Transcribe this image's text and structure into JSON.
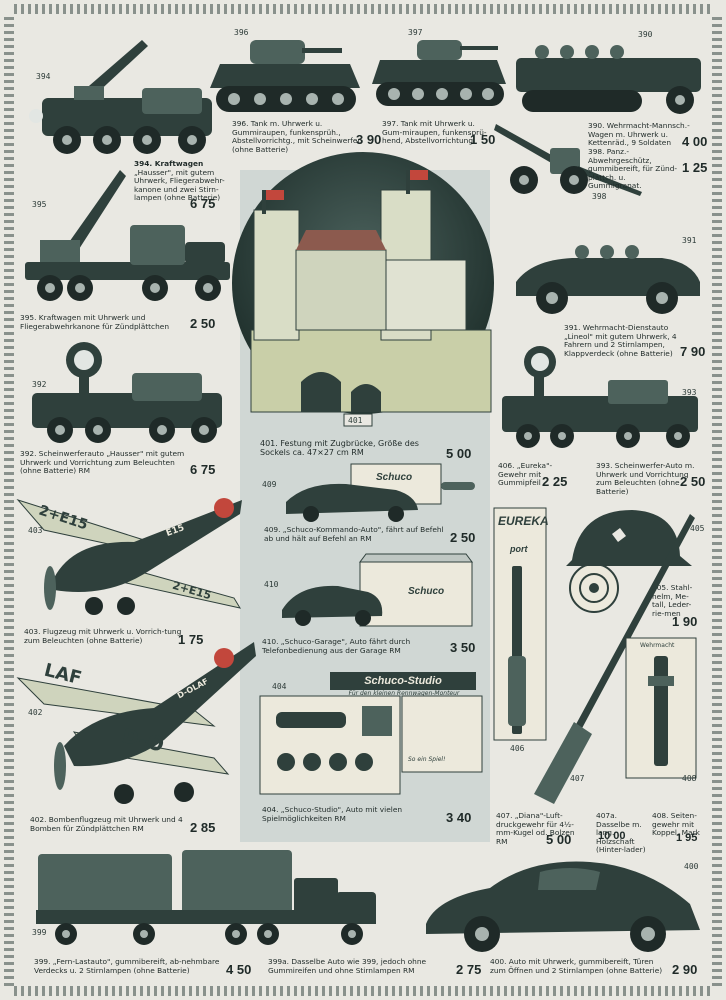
{
  "items": {
    "i394": {
      "num": "394",
      "title": "394. Kraftwagen",
      "desc": "„Hausser\", mit gutem Uhrwerk, Fliegerabwehr-kanone und zwei Stirn-lampen (ohne Batterie)",
      "price": "6 75"
    },
    "i395": {
      "num": "395",
      "desc": "395. Kraftwagen mit Uhrwerk und Fliegerabwehrkanone für Zündplättchen",
      "price": "2 50"
    },
    "i392": {
      "num": "392",
      "desc": "392. Scheinwerferauto „Hausser\" mit gutem Uhrwerk und Vorrichtung zum Beleuchten (ohne Batterie) RM",
      "price": "6 75"
    },
    "i396": {
      "num": "396",
      "desc": "396. Tank m. Uhrwerk u. Gummiraupen, funkensprüh., Abstellvorrichtg., mit Scheinwerfer (ohne Batterie)",
      "price": "3 90"
    },
    "i397": {
      "num": "397",
      "desc": "397. Tank mit Uhrwerk u. Gum-miraupen, funkensprü-hend, Abstellvorrichtung",
      "price": "1 50"
    },
    "i390": {
      "num": "390",
      "desc": "390. Wehrmacht-Mannsch.-Wagen m. Uhrwerk u. Kettenräd., 9 Soldaten",
      "price": "4 00"
    },
    "i398": {
      "num": "398",
      "desc": "398. Panz.-Abwehrgeschütz, gummibereift, für Zünd-plättch. u. Gummigranat.",
      "price": "1 25"
    },
    "i391": {
      "num": "391",
      "desc": "391. Wehrmacht-Dienstauto „Lineol\" mit gutem Uhrwerk, 4 Fahrern und 2 Stirnlampen, Klappverdeck (ohne Batterie)",
      "price": "7 90"
    },
    "i401": {
      "num": "401",
      "desc": "401. Festung mit Zugbrücke, Größe des Sockels ca. 47×27 cm RM",
      "price": "5 00"
    },
    "i409": {
      "num": "409",
      "desc": "409. „Schuco-Kommando-Auto\", fährt auf Befehl ab und hält auf Befehl an RM",
      "price": "2 50",
      "brand": "Schuco"
    },
    "i410": {
      "num": "410",
      "desc": "410. „Schuco-Garage\", Auto fährt durch Telefonbedienung aus der Garage RM",
      "price": "3 50",
      "brand": "Schuco"
    },
    "i404": {
      "num": "404",
      "desc": "404. „Schuco-Studio\", Auto mit vielen Spielmöglichkeiten RM",
      "price": "3 40",
      "box_title": "Schuco-Studio",
      "box_sub": "Für den kleinen Rennwagen-Monteur",
      "box_tag": "So ein Spiel!"
    },
    "i393": {
      "num": "393",
      "desc": "393. Scheinwerfer-Auto m. Uhrwerk und Vorrichtung zum Beleuchten (ohne Batterie)",
      "price": "2 50"
    },
    "i406": {
      "num": "406",
      "desc": "406. „Eureka\"-Gewehr mit Gummipfeil",
      "price": "2 25",
      "box_text": "EUREKA",
      "box_text2": "port"
    },
    "i405": {
      "num": "405",
      "desc": "405. Stahl-helm, Me-tall, Leder-rie-men",
      "price": "1 90"
    },
    "i403": {
      "num": "403",
      "desc": "403. Flugzeug mit Uhrwerk u. Vorrich-tung zum Beleuchten (ohne Batterie)",
      "price": "1 75",
      "reg": "2+E15",
      "reg2": "E15"
    },
    "i402": {
      "num": "402",
      "desc": "402. Bombenflugzeug mit Uhrwerk und 4 Bomben für Zündplättchen RM",
      "price": "2 85",
      "reg": "D-O",
      "reg2": "LAF",
      "reg3": "D-OLAF"
    },
    "i407": {
      "num": "407",
      "desc": "407. „Diana\"-Luft-druckgewehr für 4½-mm-Kugel od. Bolzen RM",
      "price": "5 00"
    },
    "i407a": {
      "desc": "407a. Dasselbe m. lang. Holzschaft (Hinter-lader)",
      "price": "10 00"
    },
    "i408": {
      "num": "408",
      "desc": "408. Seiten-gewehr mit Koppel, Mark",
      "price": "1 95",
      "label": "Wehrmacht"
    },
    "i399": {
      "num": "399",
      "desc": "399. „Fern-Lastauto\", gummibereift, ab-nehmbare Verdecks u. 2 Stirnlampen (ohne Batterie)",
      "price": "4 50"
    },
    "i399a": {
      "desc": "399a. Dasselbe Auto wie 399, jedoch ohne Gummireifen und ohne Stirnlampen RM",
      "price": "2 75"
    },
    "i400": {
      "num": "400",
      "desc": "400. Auto mit Uhrwerk, gummibereift, Türen zum Öffnen und 2 Stirnlampen (ohne Batterie)",
      "price": "2 90"
    }
  },
  "colors": {
    "paper": "#e9e8e2",
    "ink": "#1f2a28",
    "panel": "#d0d7d4",
    "dark": "#2f403c"
  }
}
